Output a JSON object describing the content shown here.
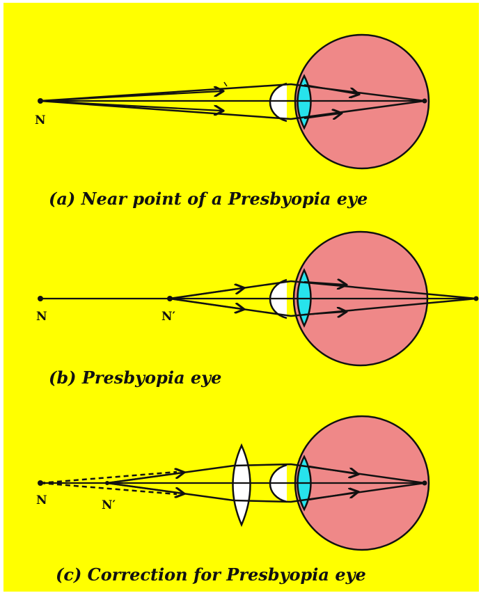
{
  "colors": {
    "background": "#ffff00",
    "eyeball": "#ef8888",
    "lens": "#27e3ec",
    "ray": "#111111"
  },
  "panels": [
    {
      "caption": "(a) Near point of a Presbyopia eye",
      "labels": [
        "N"
      ]
    },
    {
      "caption": "(b) Presbyopia eye",
      "labels": [
        "N",
        "N′"
      ]
    },
    {
      "caption": "(c) Correction for Presbyopia eye",
      "labels": [
        "N",
        "N′"
      ]
    }
  ]
}
